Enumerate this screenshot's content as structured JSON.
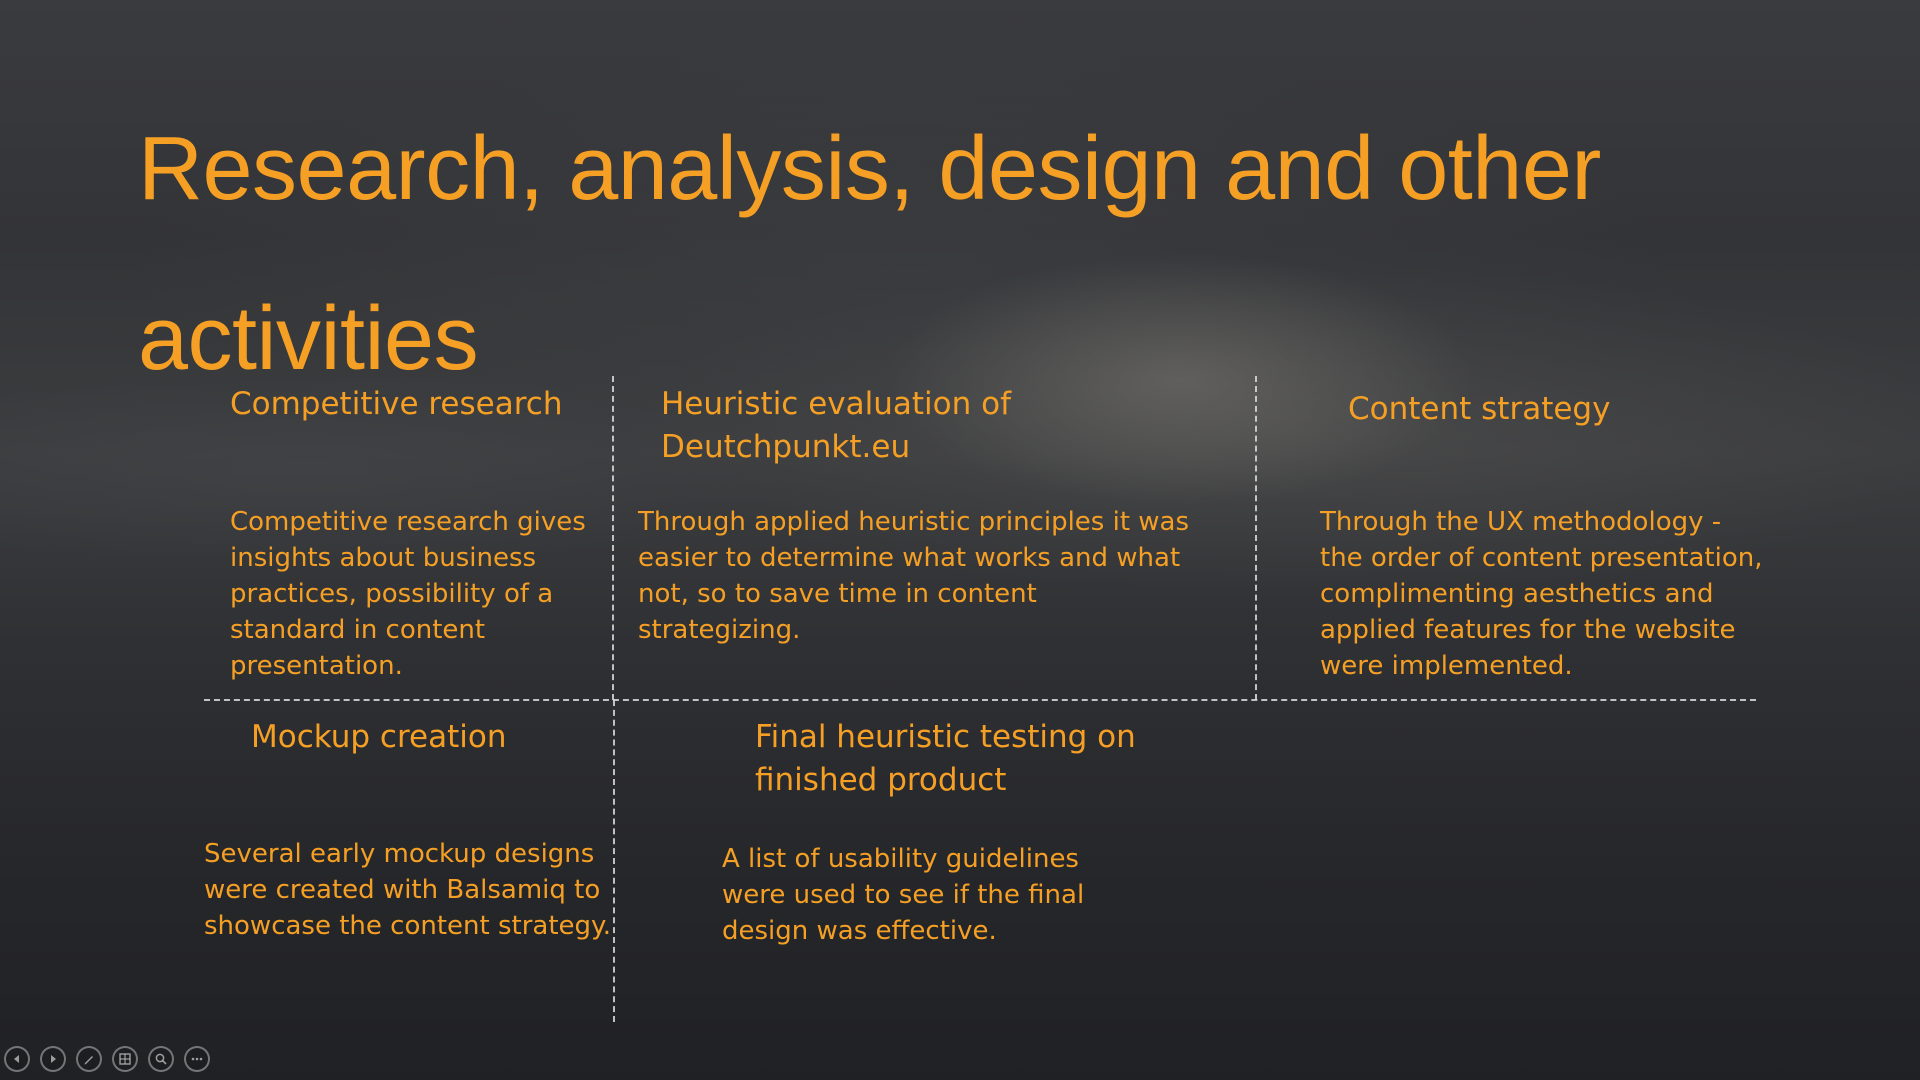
{
  "slide": {
    "title": "Research, analysis, design and other activities",
    "sections": [
      {
        "heading": "Competitive research",
        "body": "Competitive research gives insights about business practices, possibility of a standard in content presentation."
      },
      {
        "heading": "Heuristic evaluation of Deutchpunkt.eu",
        "body": "Through applied heuristic principles it was easier to determine what works and what not, so to save time in content strategizing."
      },
      {
        "heading": "Content strategy",
        "body": "Through the UX methodology - the order of content presentation, complimenting aesthetics and applied features for the website were implemented."
      },
      {
        "heading": "Mockup creation",
        "body": "Several early mockup designs were created with Balsamiq to showcase the content strategy."
      },
      {
        "heading": "Final heuristic testing on finished product",
        "body": "A list of usability guidelines were used to see if the final design was effective."
      }
    ]
  },
  "theme": {
    "accent": "#f5a025",
    "divider": "#dcdcdc"
  },
  "controls": [
    {
      "name": "previous",
      "icon": "previous-slide-icon"
    },
    {
      "name": "next",
      "icon": "next-slide-icon"
    },
    {
      "name": "pen",
      "icon": "pen-icon"
    },
    {
      "name": "see-all-slides",
      "icon": "slides-grid-icon"
    },
    {
      "name": "zoom",
      "icon": "zoom-icon"
    },
    {
      "name": "more-options",
      "icon": "more-options-icon"
    }
  ]
}
